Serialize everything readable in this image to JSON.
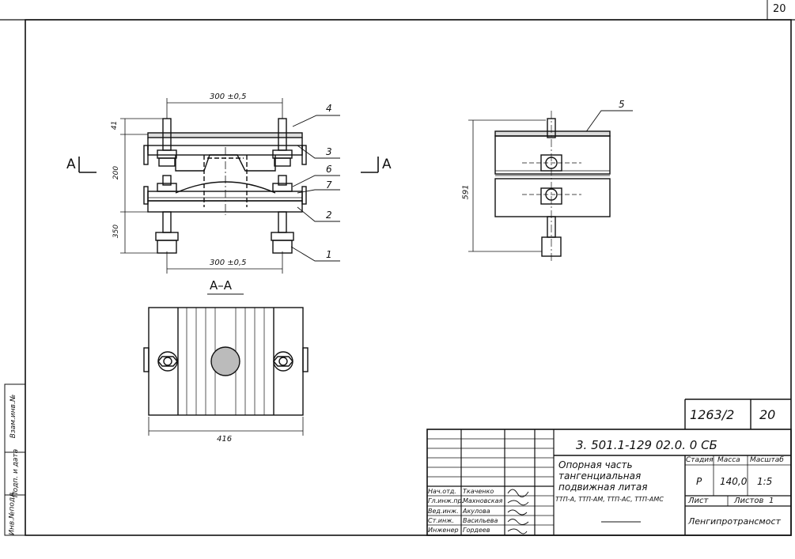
{
  "sheet_corner_number": "20",
  "side_stamp": {
    "inv_podl": "Инв.№подл.",
    "podp_data": "Подп. и дата",
    "vzam_inv": "Взам.инв.№"
  },
  "views": {
    "front_dims": {
      "top_span": "300 ±0,5",
      "bottom_span": "300 ±0,5",
      "h41": "41",
      "h200": "200",
      "h350": "350"
    },
    "section_marks": {
      "left": "A",
      "right": "A"
    },
    "side_dims": {
      "h591": "591"
    },
    "section_title": "A–A",
    "section_width": "416",
    "callouts": [
      "1",
      "2",
      "3",
      "4",
      "5",
      "6",
      "7"
    ]
  },
  "title_block": {
    "archive_no": "1263/2",
    "sheet_no": "20",
    "designation": "3. 501.1-129 02.0. 0 СБ",
    "name_line1": "Опорная часть",
    "name_line2": "тангенциальная",
    "name_line3": "подвижная литая",
    "name_line4": "ТТП-А, ТТП-АМ, ТТП-АС, ТТП-АМС",
    "stage_label": "Стадия",
    "mass_label": "Масса",
    "scale_label": "Масштаб",
    "stage_value": "Р",
    "mass_value": "140,0",
    "scale_value": "1:5",
    "sheet_label": "Лист",
    "sheets_label": "Листов",
    "sheets_value": "1",
    "organization": "Ленгипротрансмост",
    "staff": [
      {
        "role": "Нач.отд.",
        "name": "Ткаченко"
      },
      {
        "role": "Гл.инж.пр.",
        "name": "Махновская"
      },
      {
        "role": "Вед.инж.",
        "name": "Акулова"
      },
      {
        "role": "Ст.инж.",
        "name": "Васильева"
      },
      {
        "role": "Инженер",
        "name": "Гордеев"
      }
    ]
  }
}
